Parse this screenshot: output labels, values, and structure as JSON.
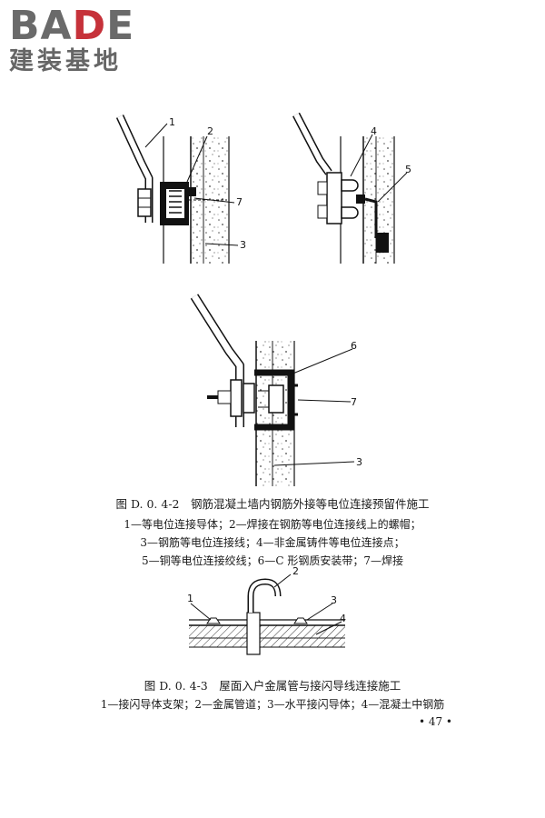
{
  "logo": {
    "word_left": "BA",
    "word_accent": "D",
    "word_right": "E",
    "subtitle": "建装基地"
  },
  "figure_d042": {
    "labels": [
      "1",
      "2",
      "3",
      "4",
      "5",
      "6",
      "7"
    ],
    "caption_title": "图 D. 0. 4-2　钢筋混凝土墙内钢筋外接等电位连接预留件施工",
    "legend_lines": [
      "1—等电位连接导体；2—焊接在钢筋等电位连接线上的螺帽；",
      "3—钢筋等电位连接线；4—非金属铸件等电位连接点；",
      "5—铜等电位连接绞线；6—C 形钢质安装带；7—焊接"
    ]
  },
  "figure_d043": {
    "labels": [
      "1",
      "2",
      "3",
      "4"
    ],
    "caption_title": "图 D. 0. 4-3　屋面入户金属管与接闪导线连接施工",
    "legend_lines": [
      "1—接闪导体支架；2—金属管道；3—水平接闪导体；4—混凝土中钢筋"
    ]
  },
  "page_number": "• 47 •"
}
